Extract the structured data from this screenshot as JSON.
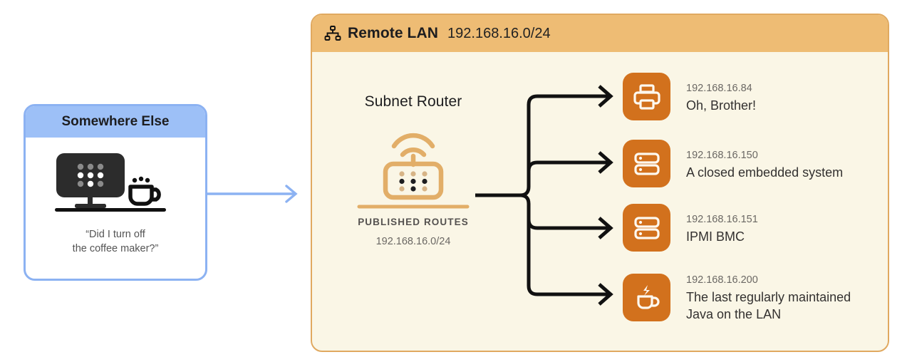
{
  "colors": {
    "accent_blue": "#9dc0f7",
    "accent_blue_border": "#8cb2f2",
    "panel_header_orange": "#eebc74",
    "panel_border_orange": "#e0a960",
    "panel_fill_cream": "#faf6e6",
    "device_tile_orange": "#d2711d",
    "connector_black": "#111111",
    "monitor_dark": "#2c2c2c"
  },
  "remote_card": {
    "header_title": "Somewhere Else",
    "illustration_icon": "desktop-monitor-with-coffee-cup-icon",
    "caption_line_1": "“Did I turn off",
    "caption_line_2": "the coffee maker?”"
  },
  "tunnel_arrow": {
    "icon": "right-arrow-icon"
  },
  "lan_panel": {
    "header_icon": "sitemap-hierarchy-icon",
    "title": "Remote LAN",
    "subnet": "192.168.16.0/24"
  },
  "router": {
    "label": "Subnet Router",
    "icon": "wireless-router-icon",
    "routes_heading": "PUBLISHED ROUTES",
    "routes_value": "192.168.16.0/24"
  },
  "branch_connector": {
    "icon": "branching-arrows-icon",
    "branch_count": 4
  },
  "devices": [
    {
      "icon": "printer-icon",
      "ip": "192.168.16.84",
      "name": "Oh, Brother!"
    },
    {
      "icon": "server-icon",
      "ip": "192.168.16.150",
      "name": "A closed embedded system"
    },
    {
      "icon": "server-icon",
      "ip": "192.168.16.151",
      "name": "IPMI BMC"
    },
    {
      "icon": "java-coffee-cup-icon",
      "ip": "192.168.16.200",
      "name": "The last regularly maintained\nJava on the LAN"
    }
  ]
}
